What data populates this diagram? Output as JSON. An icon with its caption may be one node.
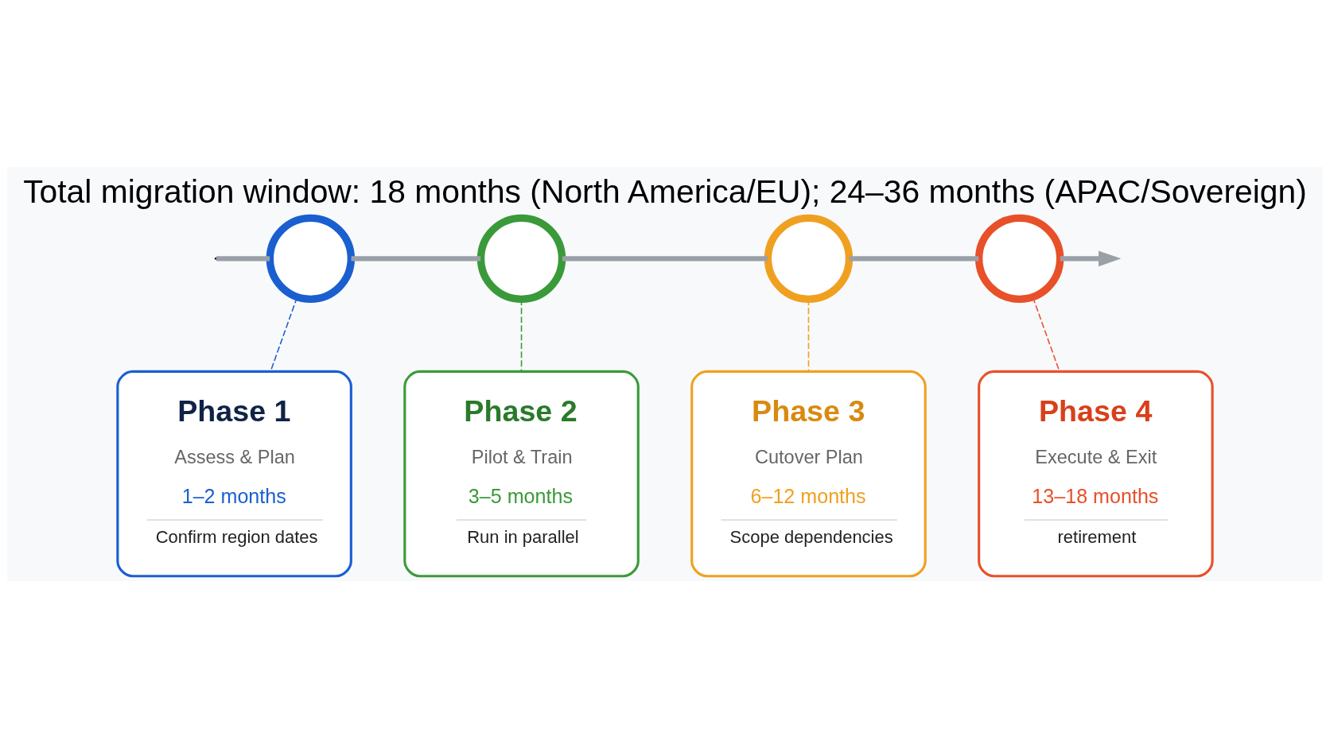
{
  "diagram": {
    "title": "Total migration window: 18 months (North America/EU); 24–36 months (APAC/Sovereign)",
    "nodes": [
      {
        "text": [],
        "shape": "circle"
      },
      {
        "text": [],
        "shape": "circle"
      },
      {
        "text": [],
        "shape": "circle"
      },
      {
        "text": [],
        "shape": "circle"
      },
      {
        "text": [
          "Phase 1",
          "Assess & Plan",
          "1–2 months",
          "Confirm region dates"
        ]
      },
      {
        "text": [
          "Phase 2",
          "Pilot & Train",
          "3–5 months",
          "Run in parallel"
        ]
      },
      {
        "text": [
          "Phase 3",
          "Cutover Plan",
          "6–12 months",
          "Scope dependencies"
        ]
      },
      {
        "text": [
          "Phase 4",
          "Execute & Exit",
          "13–18 months",
          "retirement"
        ]
      }
    ],
    "edges": [
      {
        "from": null,
        "to": 0,
        "arrow": "none"
      },
      {
        "from": 0,
        "to": 1,
        "arrow": "none"
      },
      {
        "from": 1,
        "to": 2,
        "arrow": "none"
      },
      {
        "from": 2,
        "to": 3,
        "arrow": "none"
      },
      {
        "from": 3,
        "to": null,
        "arrow": "to"
      },
      {
        "from": 0,
        "to": 4,
        "arrow": "none",
        "style": "dashed",
        "color": "#1a5fd0"
      },
      {
        "from": 1,
        "to": 5,
        "arrow": "none",
        "style": "dashed",
        "color": "#3a9a3a"
      },
      {
        "from": 2,
        "to": 6,
        "arrow": "none",
        "style": "dashed",
        "color": "#f0a020"
      },
      {
        "from": 3,
        "to": 7,
        "arrow": "none",
        "style": "dashed",
        "color": "#e8502a"
      }
    ]
  }
}
